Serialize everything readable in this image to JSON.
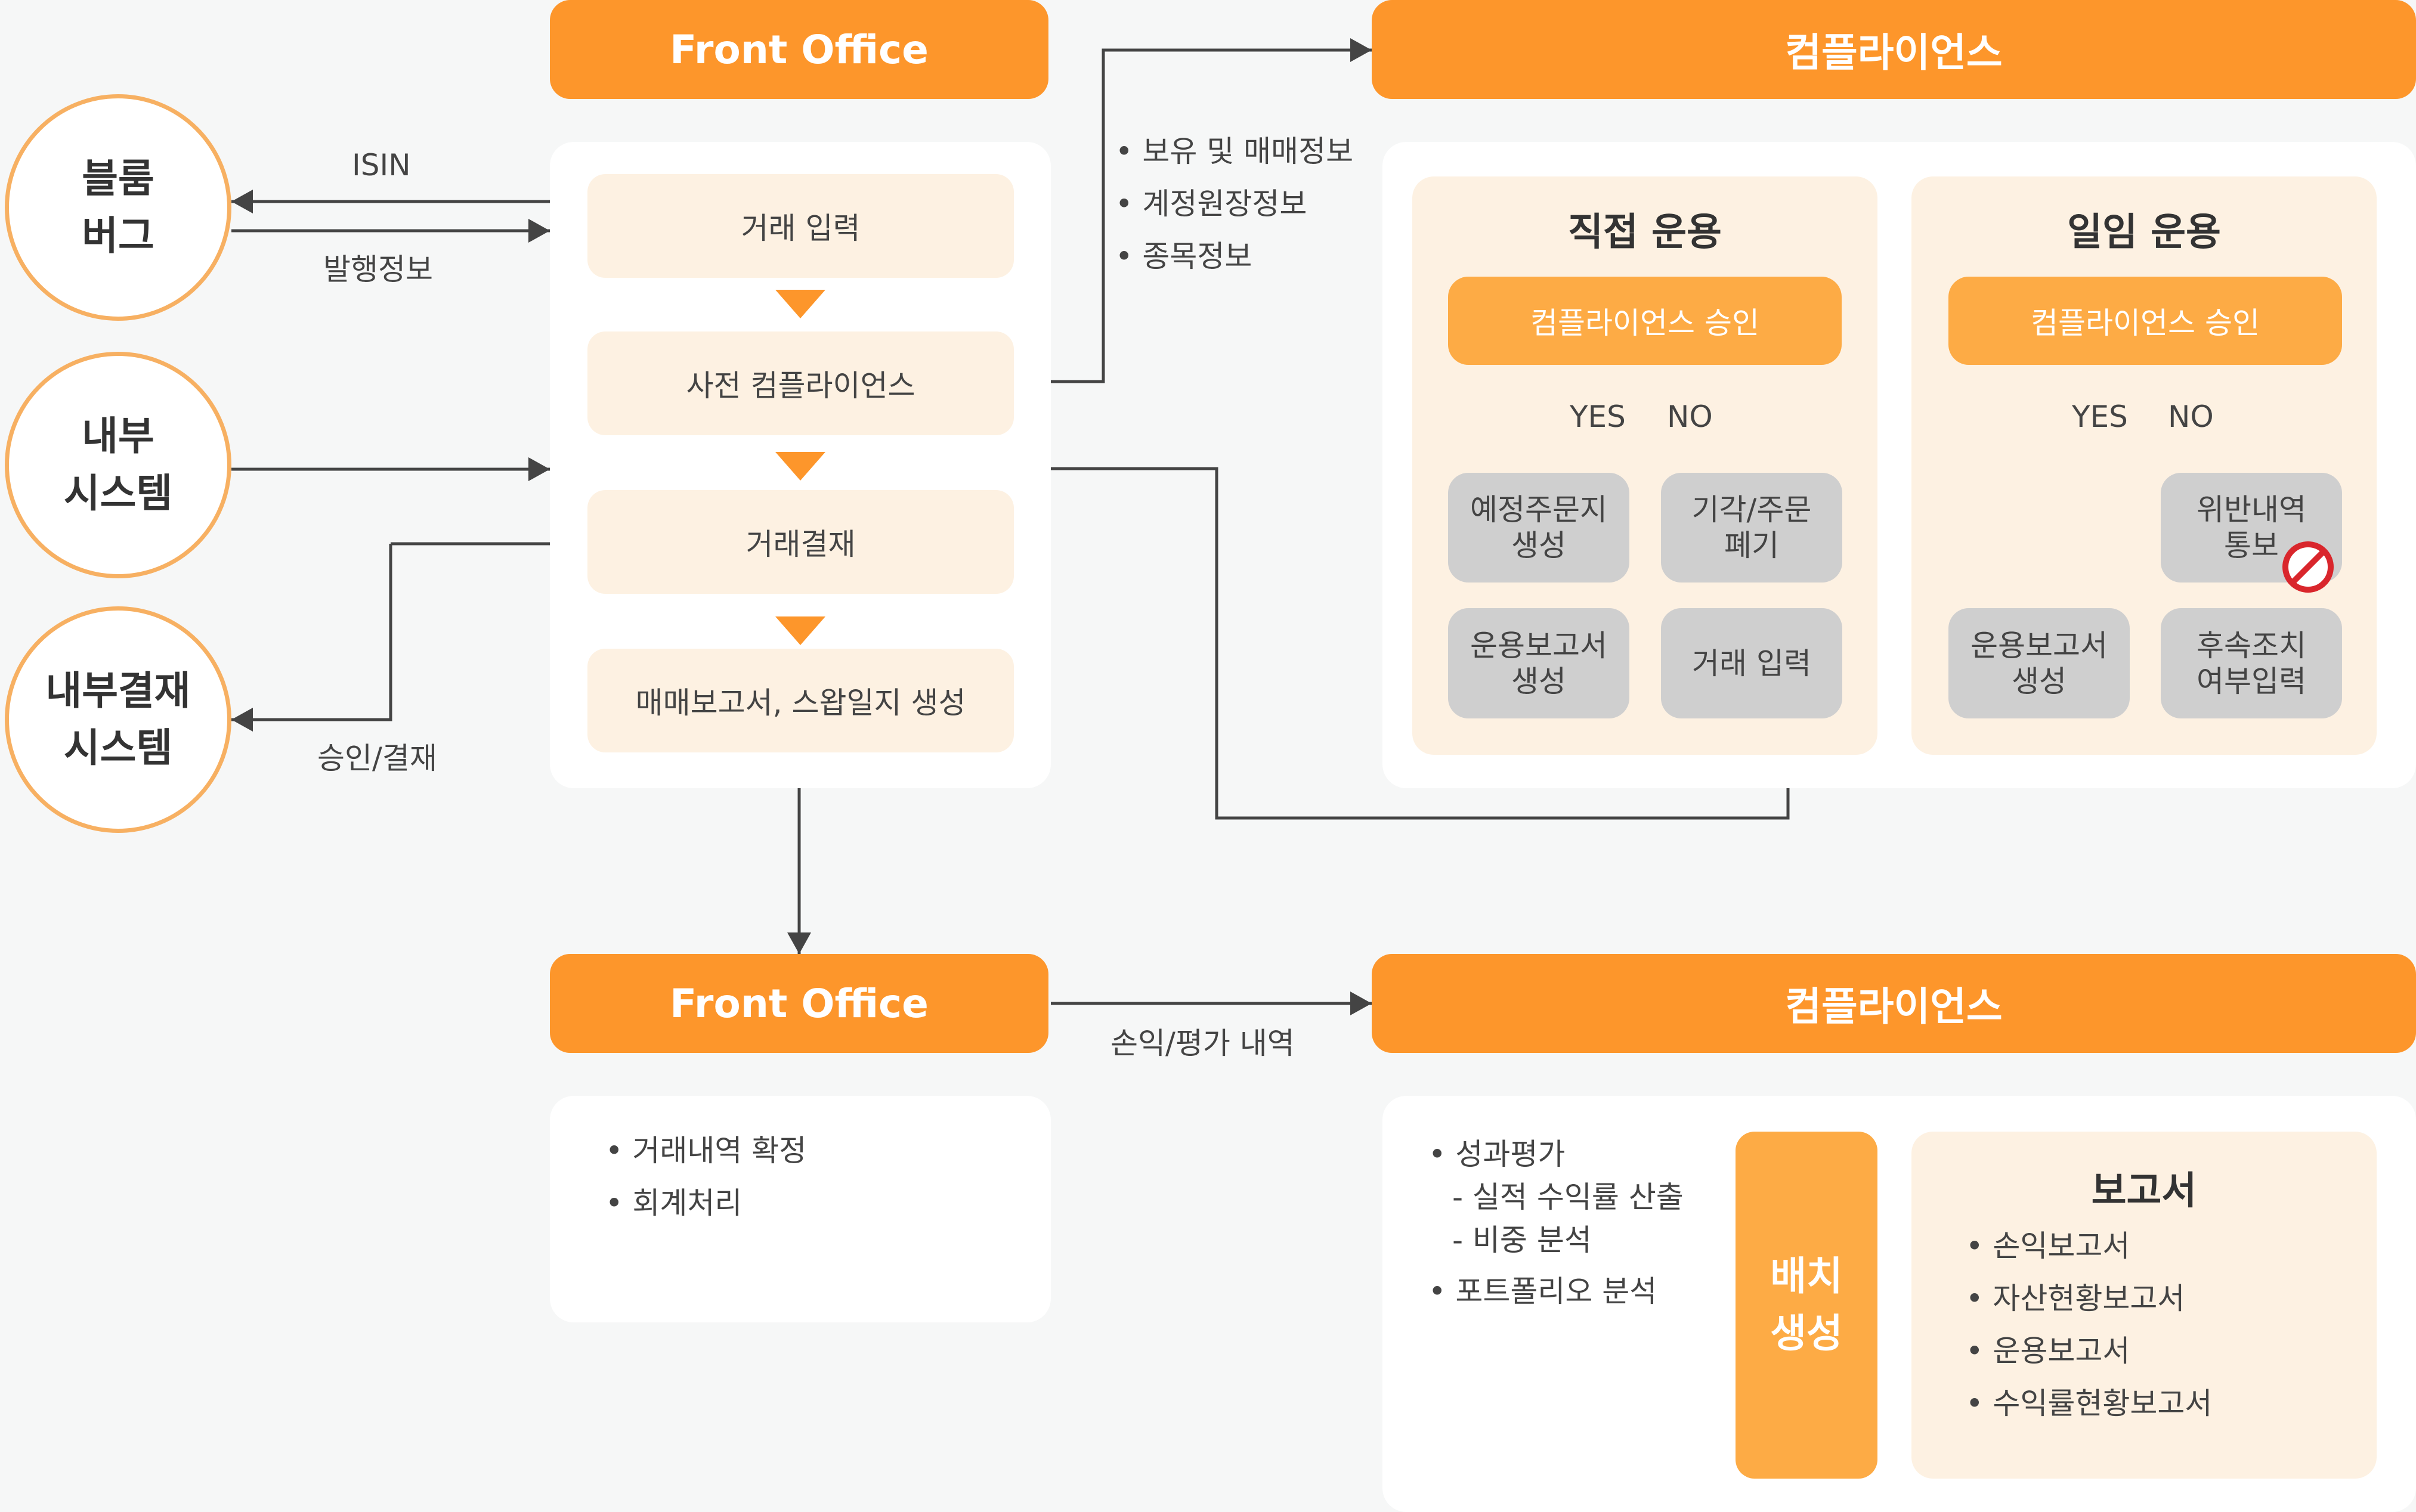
{
  "left_systems": [
    {
      "line1": "블룸",
      "line2": "버그"
    },
    {
      "line1": "내부",
      "line2": "시스템"
    },
    {
      "line1": "내부결재",
      "line2": "시스템"
    }
  ],
  "edge_labels": {
    "isin": "ISIN",
    "issue_info": "발행정보",
    "approval": "승인/결재",
    "pnl": "손익/평가 내역"
  },
  "front_office_top": {
    "title": "Front Office",
    "steps": [
      "거래 입력",
      "사전 컴플라이언스",
      "거래결재",
      "매매보고서, 스왑일지 생성"
    ]
  },
  "data_sent": [
    "보유 및 매매정보",
    "계정원장정보",
    "종목정보"
  ],
  "compliance_top": {
    "title": "컴플라이언스",
    "direct": {
      "title": "직접 운용",
      "approval": "컴플라이언스 승인",
      "yes": "YES",
      "no": "NO",
      "yes_box1": "예정주문지\n생성",
      "yes_box2": "운용보고서\n생성",
      "no_box1": "기각/주문\n폐기",
      "no_box2": "거래 입력"
    },
    "delegated": {
      "title": "일임 운용",
      "approval": "컴플라이언스 승인",
      "yes": "YES",
      "no": "NO",
      "no_box1": "위반내역\n통보",
      "no_box2": "후속조치\n여부입력",
      "yes_box": "운용보고서\n생성"
    }
  },
  "front_office_bottom": {
    "title": "Front Office",
    "items": [
      "거래내역 확정",
      "회계처리"
    ]
  },
  "compliance_bottom": {
    "title": "컴플라이언스",
    "items": [
      "성과평가",
      "- 실적 수익률 산출",
      "- 비중 분석",
      "포트폴리오 분석"
    ],
    "batch_line1": "배치",
    "batch_line2": "생성",
    "report": {
      "title": "보고서",
      "items": [
        "손익보고서",
        "자산현황보고서",
        "운용보고서",
        "수익률현황보고서"
      ]
    }
  },
  "colors": {
    "accent": "#fd962b",
    "light": "#fdf1e2",
    "gray": "#cfcfcf",
    "stop": "#d9262c"
  }
}
